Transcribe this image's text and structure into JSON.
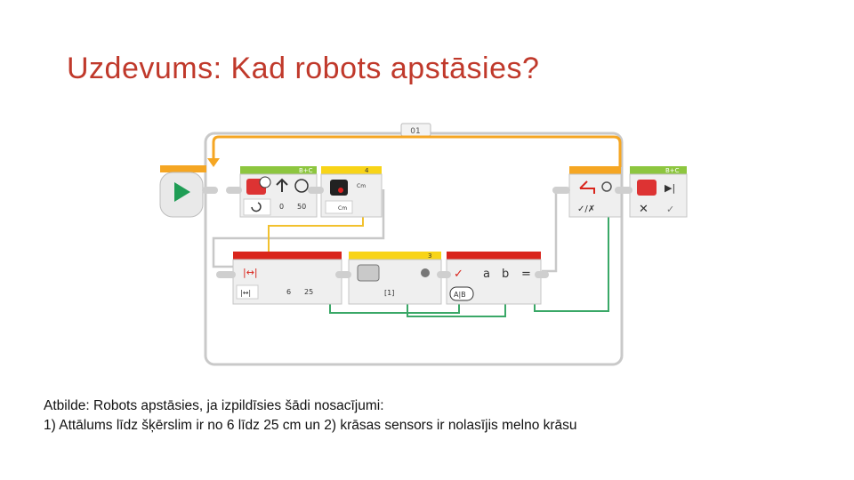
{
  "slide": {
    "title": "Uzdevums: Kad robots apstāsies?",
    "answer_line1": "Atbilde: Robots apstāsies, ja izpildīsies šādi nosacījumi:",
    "answer_line2": "1) Attālums līdz šķērslim ir no 6 līdz 25 cm un 2) krāsas sensors ir nolasījis melno krāsu"
  },
  "program": {
    "loop_label": "01",
    "steering_port": "B+C",
    "steering_values": [
      "0",
      "50"
    ],
    "ultrasonic_port": "4",
    "ultrasonic_unit_top": "Cm",
    "ultrasonic_unit_bottom": "Cm",
    "compare_values": [
      "6",
      "25"
    ],
    "color_port": "3",
    "color_value": "[1]",
    "logic_inputs": [
      "a",
      "b"
    ],
    "logic_output": "A|B",
    "stop_port": "B+C",
    "colors": {
      "orange": "#f5a623",
      "green": "#8dc63f",
      "yellow": "#f8d418",
      "red": "#d9251c",
      "wire_yellow": "#f2c12e",
      "wire_green": "#3aa867",
      "wire_gray": "#c8c8c8"
    }
  }
}
